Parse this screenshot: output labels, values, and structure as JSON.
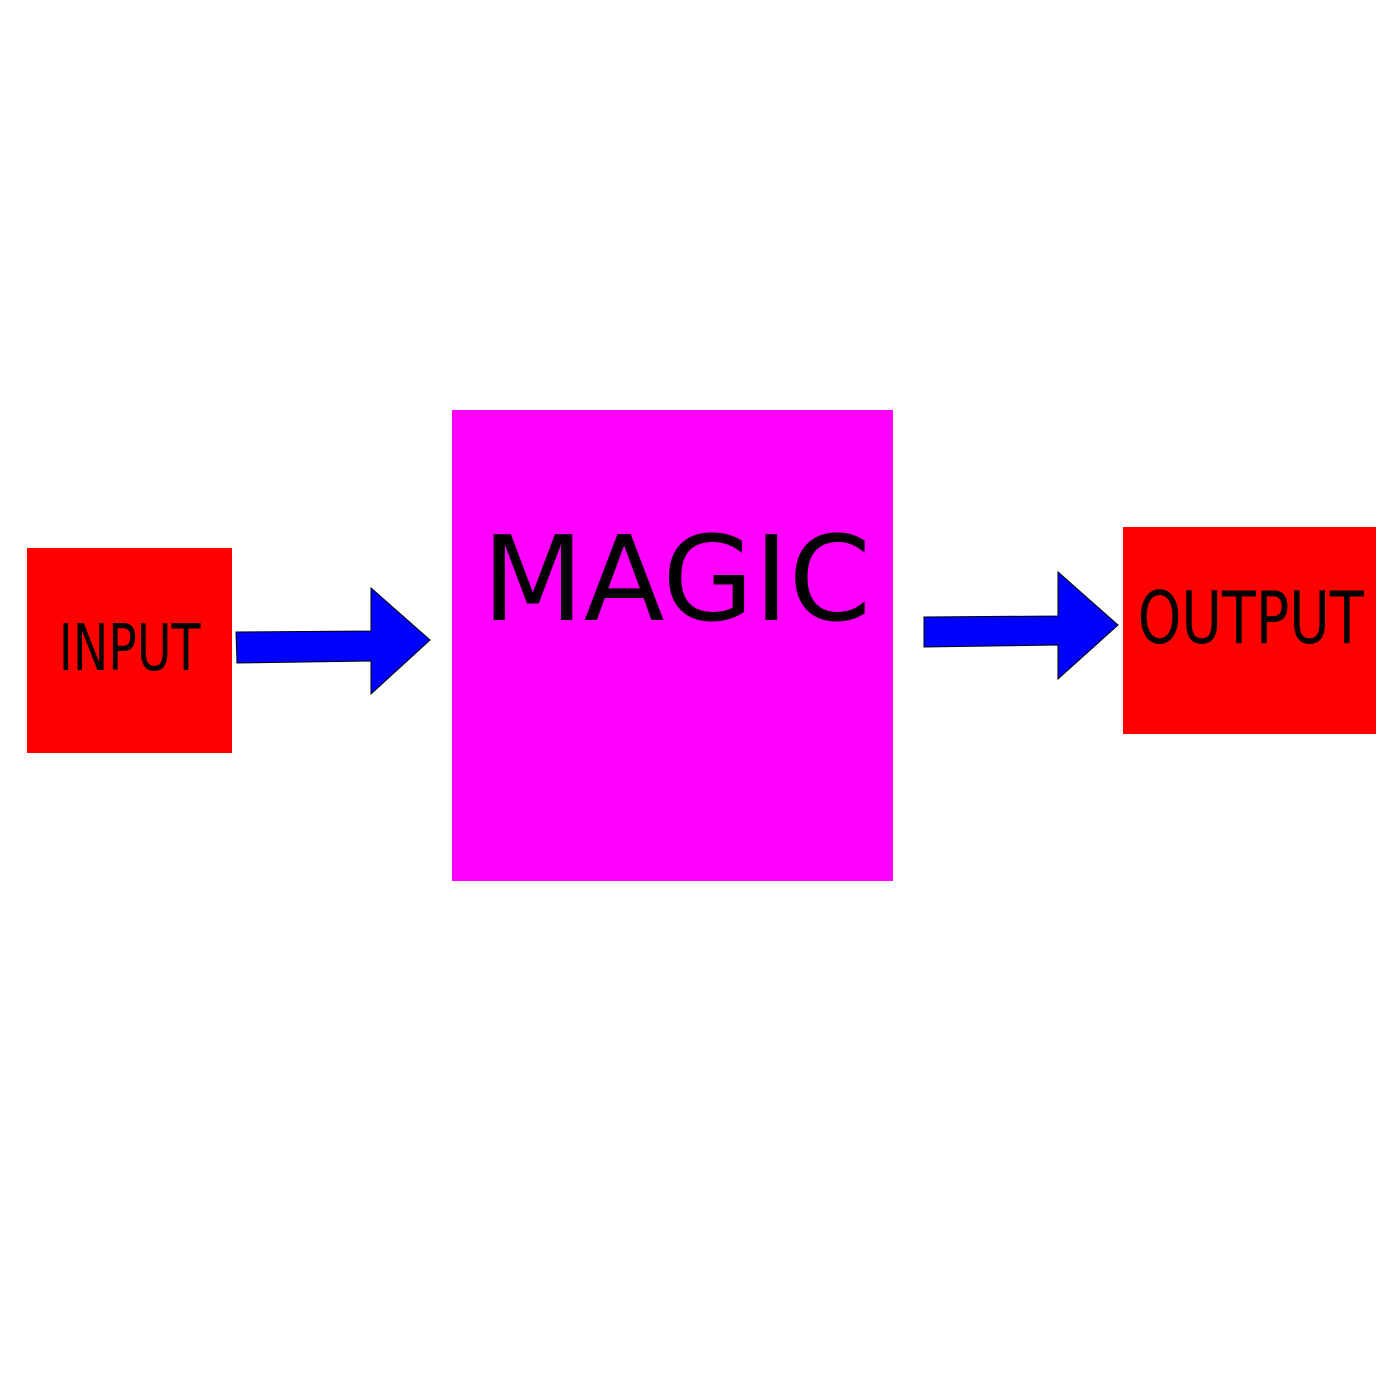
{
  "nodes": {
    "input": {
      "label": "INPUT",
      "color": "#ff0000"
    },
    "magic": {
      "label": "MAGIC",
      "color": "#ff00ff"
    },
    "output": {
      "label": "OUTPUT",
      "color": "#ff0000"
    }
  },
  "edges": [
    {
      "from": "input",
      "to": "magic"
    },
    {
      "from": "magic",
      "to": "output"
    }
  ],
  "arrow_color": "#0000ff",
  "text_color": "#000000"
}
